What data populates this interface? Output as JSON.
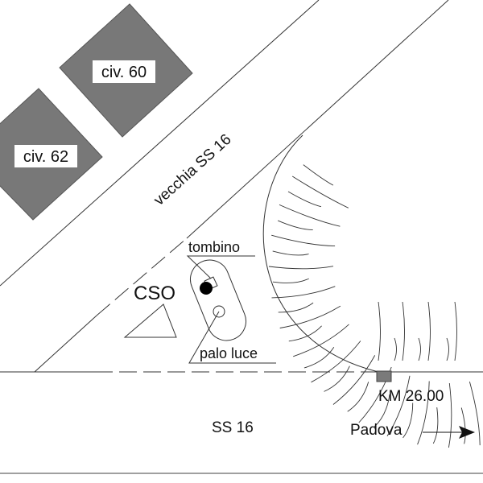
{
  "map": {
    "buildings": [
      {
        "label": "civ. 60"
      },
      {
        "label": "civ. 62"
      }
    ],
    "roads": {
      "old_road_label": "vecchia SS 16",
      "main_road_label": "SS 16"
    },
    "features": {
      "manhole_label": "tombino",
      "streetlight_label": "palo luce",
      "cso_label": "CSO"
    },
    "milestone_label": "KM 26.00",
    "direction_label": "Padova",
    "colors": {
      "building_fill": "#787878",
      "milestone_fill": "#7a7a7a",
      "line": "#333333",
      "bottom_edge": "#a0a0a0"
    }
  }
}
